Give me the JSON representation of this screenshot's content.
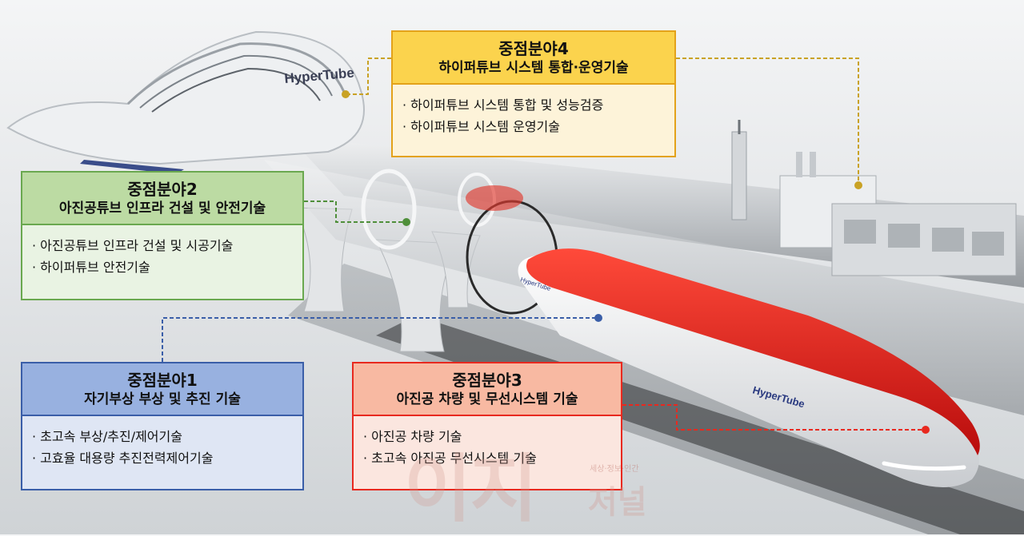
{
  "scene": {
    "hypertube_logo": "HyperTube",
    "watermark": {
      "big": "이지",
      "small": "세상·정보·인간",
      "seoul": "저널"
    }
  },
  "boxes": {
    "box4": {
      "title": "중점분야4",
      "subtitle": "하이퍼튜브 시스템 통합·운영기술",
      "items": [
        "하이퍼튜브 시스템 통합 및 성능검증",
        "하이퍼튜브 시스템 운영기술"
      ]
    },
    "box2": {
      "title": "중점분야2",
      "subtitle": "아진공튜브 인프라 건설 및 안전기술",
      "items": [
        "아진공튜브 인프라 건설 및 시공기술",
        "하이퍼튜브 안전기술"
      ]
    },
    "box1": {
      "title": "중점분야1",
      "subtitle": "자기부상 부상 및 추진 기술",
      "items": [
        "초고속 부상/추진/제어기술",
        "고효율 대용량 추진전력제어기술"
      ]
    },
    "box3": {
      "title": "중점분야3",
      "subtitle": "아진공 차량 및 무선시스템 기술",
      "items": [
        "아진공 차량 기술",
        "초고속 아진공 무선시스템 기술"
      ]
    }
  },
  "colors": {
    "box4": "#e3a21a",
    "box2": "#6aa84f",
    "box1": "#3a5ea8",
    "box3": "#e8291f",
    "train": "#e62020"
  }
}
